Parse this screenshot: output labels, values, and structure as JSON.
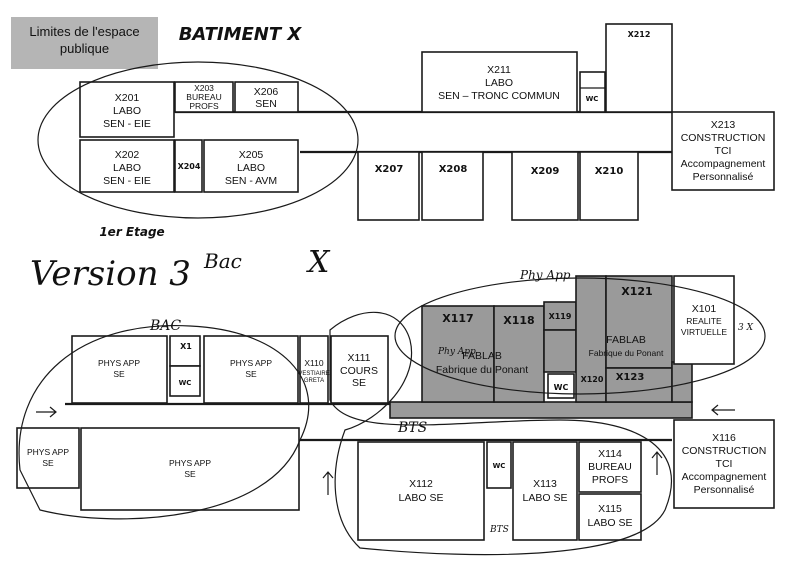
{
  "legend": {
    "line1": "Limites de l'espace",
    "line2": "publique"
  },
  "handwritten": {
    "building": "BATIMENT X",
    "floor": "1er Etage",
    "version": "Version 3",
    "bac_small": "Bac",
    "x_mark": "X",
    "bac_label": "BAC",
    "bts_label": "BTS",
    "bts_small": "BTS",
    "phy_app_note": "Phy App",
    "x114_note": "3 X",
    "pai": "Phy App"
  },
  "rooms_upper": {
    "x201": [
      "X201",
      "LABO",
      "SEN - EIE"
    ],
    "x202": [
      "X202",
      "LABO",
      "SEN - EIE"
    ],
    "x203": [
      "X203",
      "BUREAU",
      "PROFS"
    ],
    "x204": "X204",
    "x205": [
      "X205",
      "LABO",
      "SEN - AVM"
    ],
    "x206": [
      "X206",
      "SEN"
    ],
    "x207": "X207",
    "x208": "X208",
    "x209": "X209",
    "x210": "X210",
    "x211": [
      "X211",
      "LABO",
      "SEN – TRONC COMMUN"
    ],
    "x212": "X212",
    "x213": [
      "X213",
      "CONSTRUCTION",
      "TCI",
      "Accompagnement",
      "Personnalisé"
    ],
    "wc": "WC"
  },
  "rooms_lower": {
    "phys_app_1": [
      "PHYS APP",
      "SE"
    ],
    "phys_app_2": [
      "PHYS APP",
      "SE"
    ],
    "phys_app_3": [
      "PHYS APP",
      "SE"
    ],
    "phys_app_4": [
      "PHYS APP",
      "SE"
    ],
    "x110": [
      "X110",
      "VESTIAIRE",
      "GRETA"
    ],
    "x111": [
      "X111",
      "COURS",
      "SE"
    ],
    "x117": "X117",
    "x118": "X118",
    "x119": "X119",
    "x120": "X120",
    "x121": "X121",
    "x123": "X123",
    "fablab_left": [
      "FABLAB",
      "Fabrique du Ponant"
    ],
    "fablab_right": [
      "FABLAB",
      "Fabrique du Ponant"
    ],
    "x101": [
      "X101",
      "REALITE",
      "VIRTUELLE"
    ],
    "x112": [
      "X112",
      "LABO SE"
    ],
    "x113": [
      "X113",
      "LABO SE"
    ],
    "x114": [
      "X114",
      "BUREAU",
      "PROFS"
    ],
    "x115": [
      "X115",
      "LABO SE"
    ],
    "x116": [
      "X116",
      "CONSTRUCTION",
      "TCI",
      "Accompagnement",
      "Personnalisé"
    ],
    "wc": "WC",
    "x1": "X1"
  },
  "colors": {
    "public_space": "#9a9a9a",
    "legend_bg": "#b5b5b5",
    "walls": "#1a1a1a"
  }
}
